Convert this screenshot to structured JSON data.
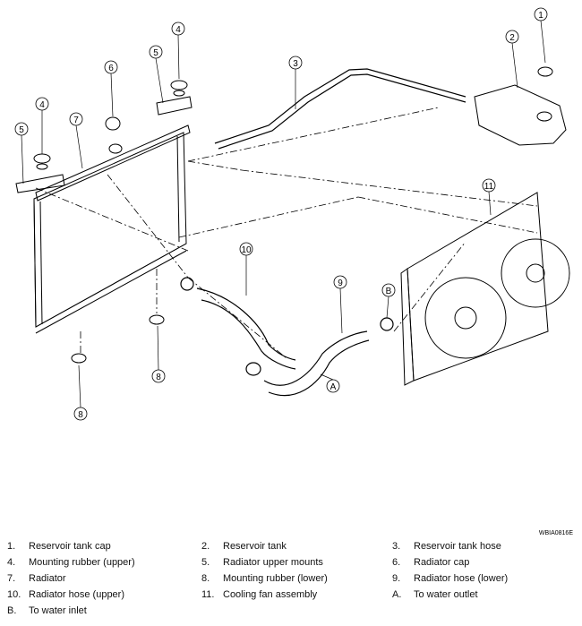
{
  "diagram": {
    "code": "WBIA0816E",
    "callouts": [
      "1",
      "2",
      "3",
      "4",
      "5",
      "6",
      "7",
      "8",
      "9",
      "10",
      "11",
      "A",
      "B"
    ]
  },
  "legend": [
    {
      "num": "1.",
      "label": "Reservoir tank cap"
    },
    {
      "num": "2.",
      "label": "Reservoir tank"
    },
    {
      "num": "3.",
      "label": "Reservoir tank hose"
    },
    {
      "num": "4.",
      "label": "Mounting rubber (upper)"
    },
    {
      "num": "5.",
      "label": "Radiator upper mounts"
    },
    {
      "num": "6.",
      "label": "Radiator cap"
    },
    {
      "num": "7.",
      "label": "Radiator"
    },
    {
      "num": "8.",
      "label": " Mounting rubber (lower)"
    },
    {
      "num": "9.",
      "label": " Radiator hose (lower)"
    },
    {
      "num": "10.",
      "label": "Radiator hose (upper)"
    },
    {
      "num": "11.",
      "label": "Cooling fan assembly"
    },
    {
      "num": "A.",
      "label": "To water outlet"
    },
    {
      "num": "B.",
      "label": "To water inlet"
    }
  ]
}
